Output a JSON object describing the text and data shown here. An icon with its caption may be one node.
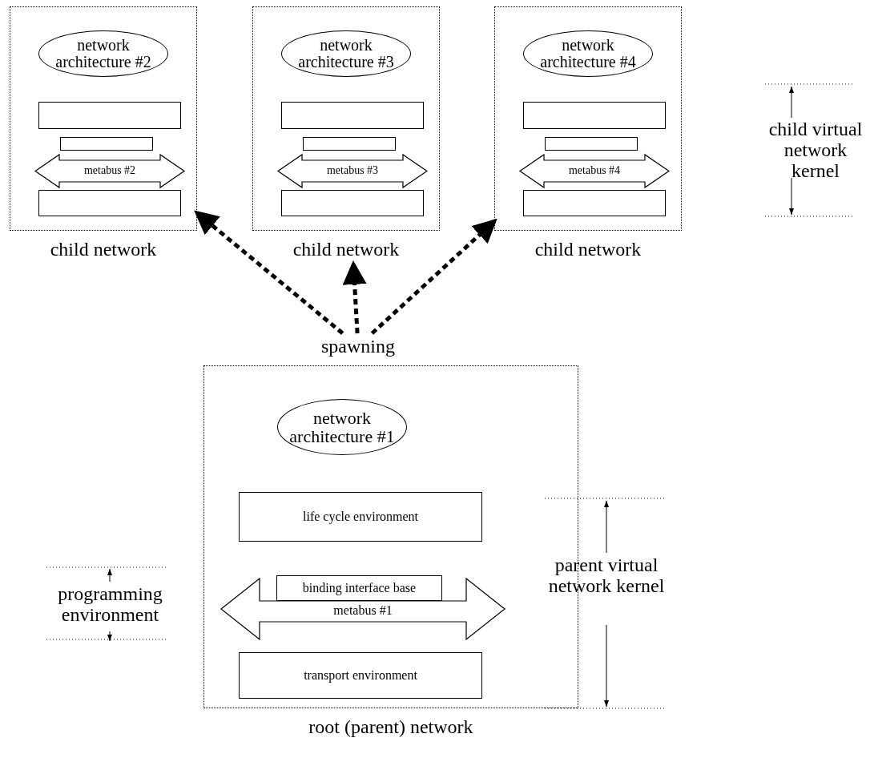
{
  "diagram": {
    "nodes": [
      {
        "text": [
          "child network"
        ]
      },
      {
        "text": [
          "network architecture #2"
        ],
        "in": 0
      },
      {
        "text": [],
        "shape": "box",
        "in": 0
      },
      {
        "text": [],
        "shape": "box",
        "in": 0
      },
      {
        "text": [
          "metabus #2"
        ],
        "in": 0
      },
      {
        "text": [],
        "shape": "box",
        "in": 0
      },
      {
        "text": [
          "child network"
        ]
      },
      {
        "text": [
          "network architecture #3"
        ],
        "in": 6
      },
      {
        "text": [],
        "shape": "box",
        "in": 6
      },
      {
        "text": [],
        "shape": "box",
        "in": 6
      },
      {
        "text": [
          "metabus #3"
        ],
        "in": 6
      },
      {
        "text": [],
        "shape": "box",
        "in": 6
      },
      {
        "text": [
          "child network"
        ]
      },
      {
        "text": [
          "network architecture #4"
        ],
        "in": 12
      },
      {
        "text": [],
        "shape": "box",
        "in": 12
      },
      {
        "text": [],
        "shape": "box",
        "in": 12
      },
      {
        "text": [
          "metabus #4"
        ],
        "in": 12
      },
      {
        "text": [],
        "shape": "box",
        "in": 12
      },
      {
        "text": [
          "spawning"
        ]
      },
      {
        "text": [
          "root (parent) network"
        ]
      },
      {
        "text": [
          "network architecture #1"
        ],
        "in": 19
      },
      {
        "text": [
          "life cycle environment"
        ],
        "in": 19
      },
      {
        "text": [
          "binding interface base"
        ],
        "in": 19
      },
      {
        "text": [
          "metabus #1"
        ],
        "in": 19
      },
      {
        "text": [
          "transport environment"
        ],
        "in": 19
      }
    ],
    "edges": [
      {
        "from": 18,
        "to": 0,
        "arrow": "to",
        "style": "dashed"
      },
      {
        "from": 18,
        "to": 6,
        "arrow": "to",
        "style": "dashed"
      },
      {
        "from": 18,
        "to": 12,
        "arrow": "to",
        "style": "dashed"
      }
    ],
    "labels": [
      "child virtual network kernel",
      "programming environment",
      "parent virtual network kernel"
    ]
  }
}
